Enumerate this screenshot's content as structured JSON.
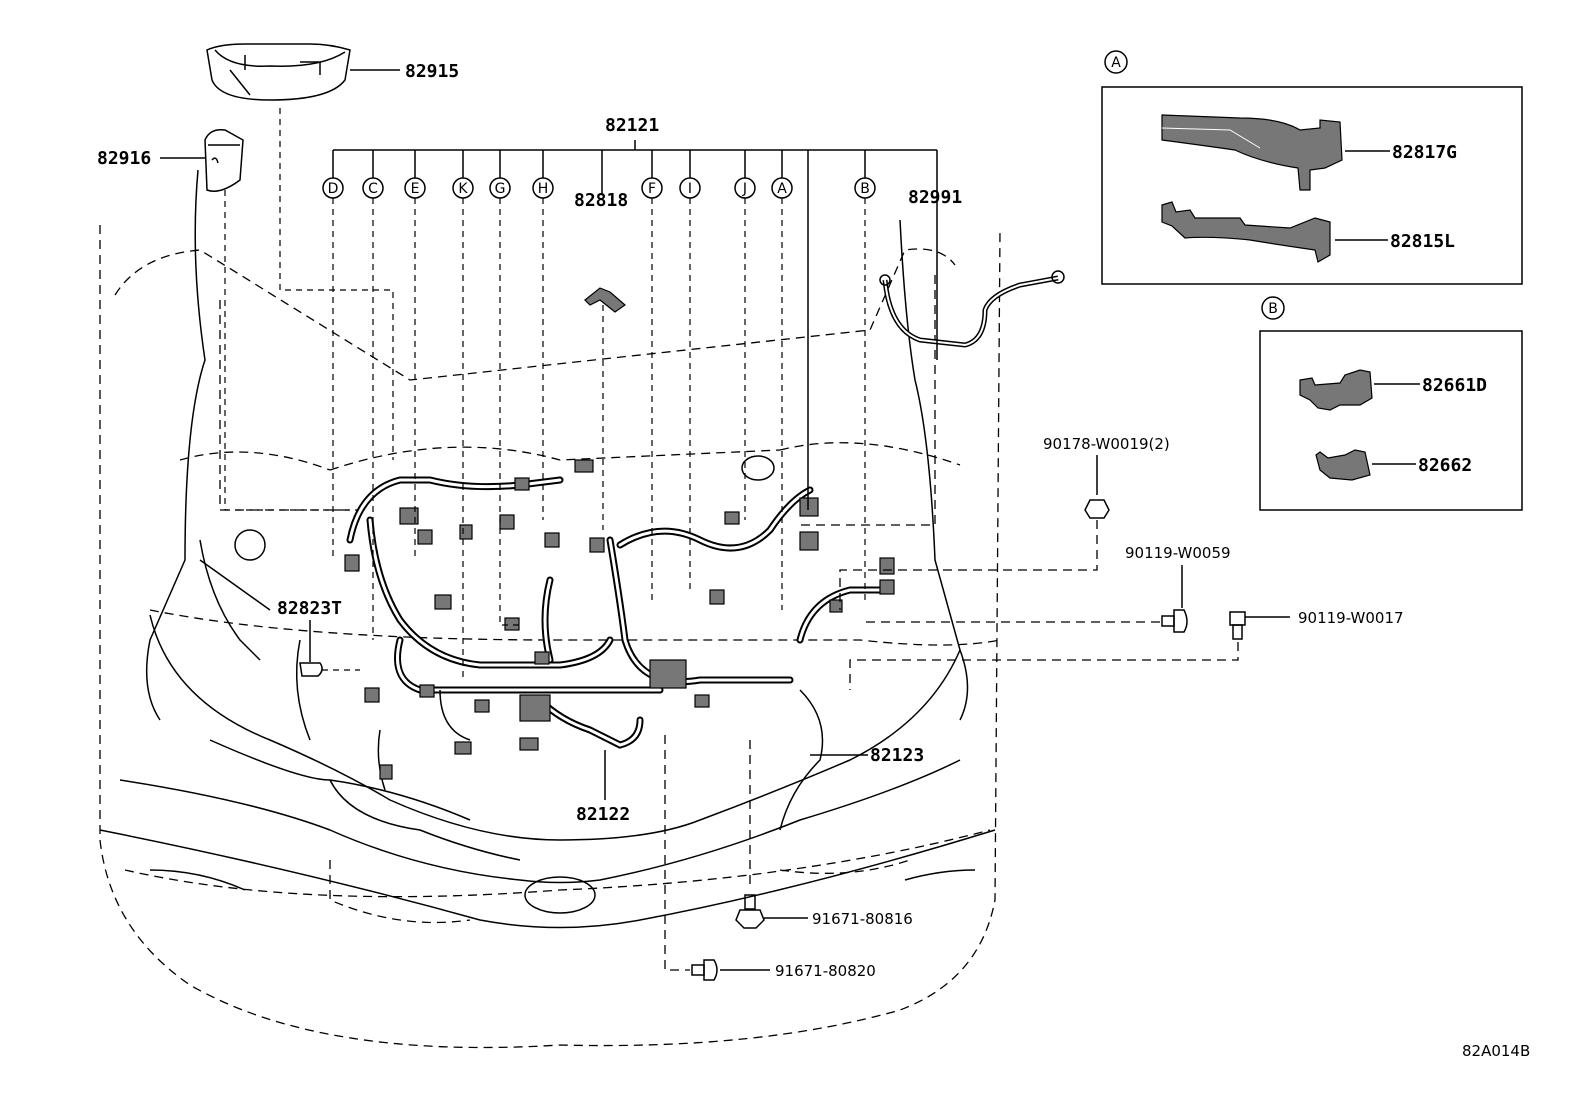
{
  "diagram_code": "82A014B",
  "part_labels": {
    "p82915": "82915",
    "p82916": "82916",
    "p82121": "82121",
    "p82818": "82818",
    "p82991": "82991",
    "p82823T": "82823T",
    "p82122": "82122",
    "p82123": "82123",
    "p90178": "90178-W0019(2)",
    "p90119a": "90119-W0059",
    "p90119b": "90119-W0017",
    "p91671a": "91671-80816",
    "p91671b": "91671-80820",
    "p82817G": "82817G",
    "p82815L": "82815L",
    "p82661D": "82661D",
    "p82662": "82662"
  },
  "connector_letters": [
    "D",
    "C",
    "E",
    "K",
    "G",
    "H",
    "F",
    "I",
    "J",
    "A",
    "B"
  ],
  "inset_A": {
    "letter": "A"
  },
  "inset_B": {
    "letter": "B"
  }
}
